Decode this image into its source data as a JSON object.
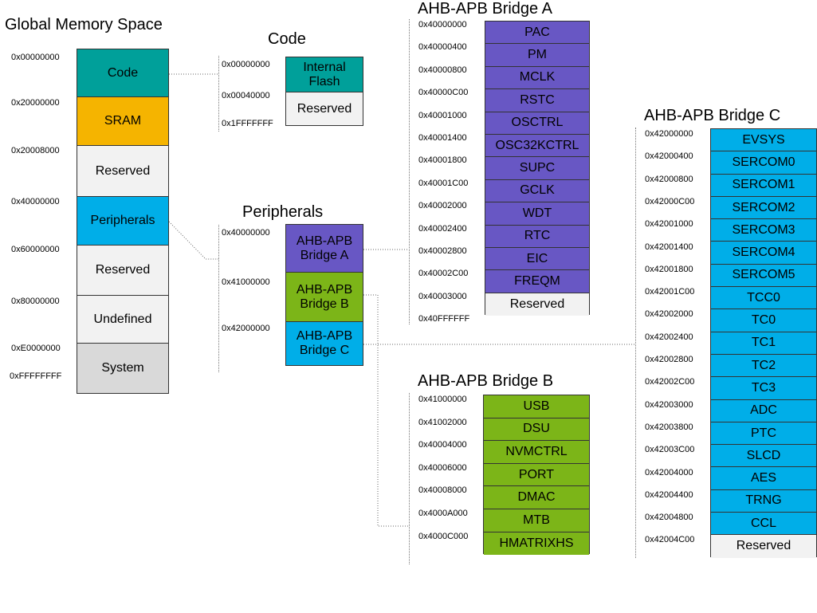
{
  "colors": {
    "teal": "#00a09a",
    "yellow": "#f5b400",
    "light": "#f2f2f2",
    "cyan": "#00aee8",
    "grey": "#d9d9d9",
    "purple": "#6857c4",
    "green": "#7cb518"
  },
  "global": {
    "title": "Global Memory Space",
    "addresses": [
      "0x00000000",
      "0x20000000",
      "0x20008000",
      "0x40000000",
      "0x60000000",
      "0x80000000",
      "0xE0000000",
      "0xFFFFFFFF"
    ],
    "blocks": [
      {
        "label": "Code",
        "color": "teal"
      },
      {
        "label": "SRAM",
        "color": "yellow"
      },
      {
        "label": "Reserved",
        "color": "light"
      },
      {
        "label": "Peripherals",
        "color": "cyan"
      },
      {
        "label": "Reserved",
        "color": "light"
      },
      {
        "label": "Undefined",
        "color": "light"
      },
      {
        "label": "System",
        "color": "grey"
      }
    ]
  },
  "code": {
    "title": "Code",
    "addresses": [
      "0x00000000",
      "0x00040000",
      "0x1FFFFFFF"
    ],
    "blocks": [
      {
        "label": "Internal Flash",
        "color": "teal"
      },
      {
        "label": "Reserved",
        "color": "light"
      }
    ]
  },
  "peripherals": {
    "title": "Peripherals",
    "addresses": [
      "0x40000000",
      "0x41000000",
      "0x42000000"
    ],
    "blocks": [
      {
        "label": "AHB-APB Bridge A",
        "color": "purple"
      },
      {
        "label": "AHB-APB Bridge B",
        "color": "green"
      },
      {
        "label": "AHB-APB Bridge C",
        "color": "cyan"
      }
    ]
  },
  "bridge_a": {
    "title": "AHB-APB Bridge A",
    "addresses": [
      "0x40000000",
      "0x40000400",
      "0x40000800",
      "0x40000C00",
      "0x40001000",
      "0x40001400",
      "0x40001800",
      "0x40001C00",
      "0x40002000",
      "0x40002400",
      "0x40002800",
      "0x40002C00",
      "0x40003000",
      "0x40FFFFFF"
    ],
    "cells": [
      "PAC",
      "PM",
      "MCLK",
      "RSTC",
      "OSCTRL",
      "OSC32KCTRL",
      "SUPC",
      "GCLK",
      "WDT",
      "RTC",
      "EIC",
      "FREQM",
      "Reserved"
    ]
  },
  "bridge_b": {
    "title": "AHB-APB Bridge B",
    "addresses": [
      "0x41000000",
      "0x41002000",
      "0x40004000",
      "0x40006000",
      "0x40008000",
      "0x4000A000",
      "0x4000C000"
    ],
    "cells": [
      "USB",
      "DSU",
      "NVMCTRL",
      "PORT",
      "DMAC",
      "MTB",
      "HMATRIXHS"
    ]
  },
  "bridge_c": {
    "title": "AHB-APB Bridge C",
    "addresses": [
      "0x42000000",
      "0x42000400",
      "0x42000800",
      "0x42000C00",
      "0x42001000",
      "0x42001400",
      "0x42001800",
      "0x42001C00",
      "0x42002000",
      "0x42002400",
      "0x42002800",
      "0x42002C00",
      "0x42003000",
      "0x42003800",
      "0x42003C00",
      "0x42004000",
      "0x42004400",
      "0x42004800",
      "0x42004C00"
    ],
    "cells": [
      "EVSYS",
      "SERCOM0",
      "SERCOM1",
      "SERCOM2",
      "SERCOM3",
      "SERCOM4",
      "SERCOM5",
      "TCC0",
      "TC0",
      "TC1",
      "TC2",
      "TC3",
      "ADC",
      "PTC",
      "SLCD",
      "AES",
      "TRNG",
      "CCL",
      "Reserved"
    ]
  }
}
